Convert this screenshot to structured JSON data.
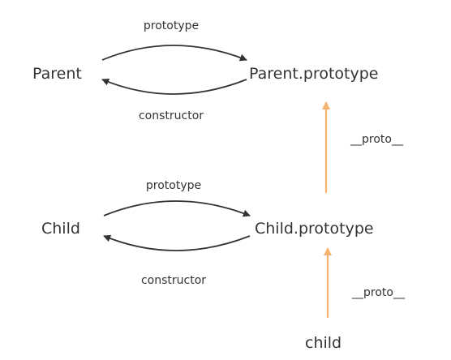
{
  "nodes": {
    "parent": "Parent",
    "parent_prototype": "Parent.prototype",
    "child": "Child",
    "child_prototype": "Child.prototype",
    "child_instance": "child"
  },
  "edges": {
    "parent_prototype_label": "prototype",
    "parent_constructor_label": "constructor",
    "child_prototype_label": "prototype",
    "child_constructor_label": "constructor",
    "child_prototype_proto_label": "__proto__",
    "child_instance_proto_label": "__proto__"
  },
  "colors": {
    "text": "#333333",
    "arrow": "#333333",
    "proto_arrow": "#f6b36d",
    "background": "#ffffff"
  }
}
